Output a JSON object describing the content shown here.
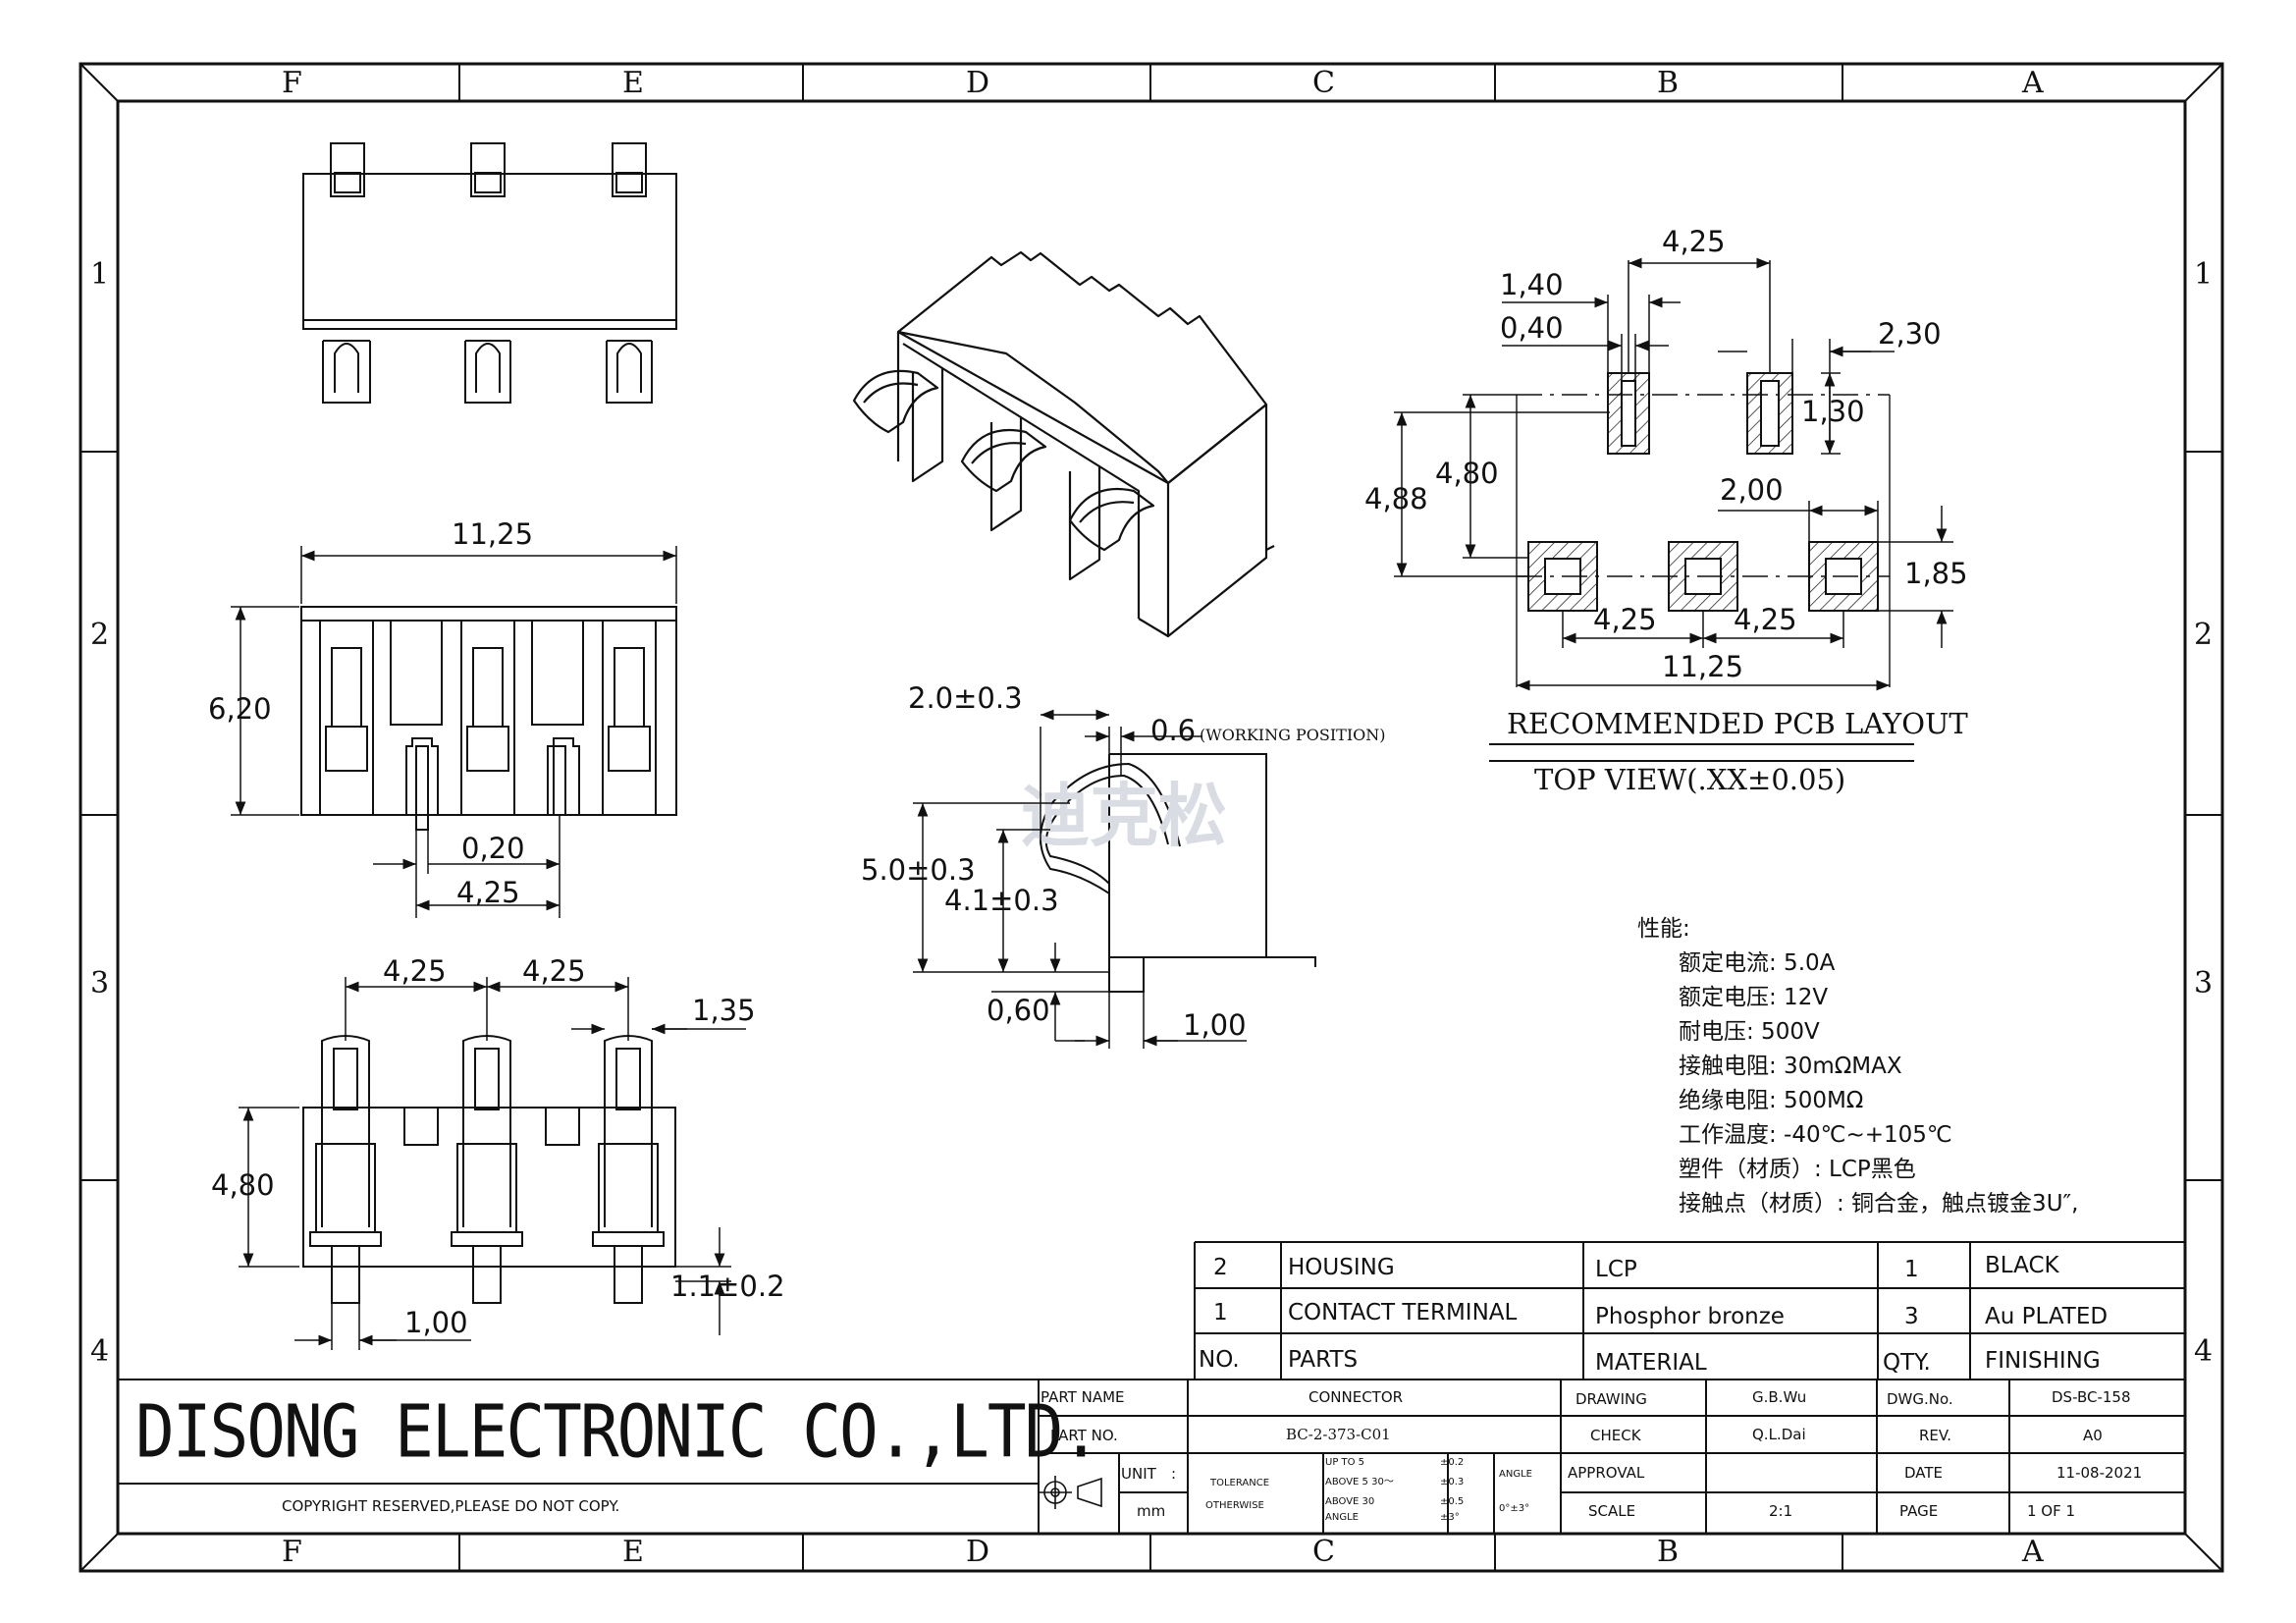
{
  "zones_x": [
    "F",
    "E",
    "D",
    "C",
    "B",
    "A"
  ],
  "zones_y": [
    "1",
    "2",
    "3",
    "4"
  ],
  "dims": {
    "front_width": "11,25",
    "front_height": "6,20",
    "front_pin_w": "0,20",
    "front_pitch": "4,25",
    "bottom_pitch1": "4,25",
    "bottom_pitch2": "4,25",
    "bottom_pad": "1,35",
    "bottom_height": "4,80",
    "bottom_pin": "1,00",
    "bottom_offset": "1.1±0.2",
    "side_contact": "2.0±0.3",
    "side_working": "0.6",
    "side_working_note": "(WORKING POSITION)",
    "side_h1": "5.0±0.3",
    "side_h2": "4.1±0.3",
    "side_b1": "0,60",
    "side_b2": "1,00",
    "pcb_pitch_top": "4,25",
    "pcb_140": "1,40",
    "pcb_040": "0,40",
    "pcb_230": "2,30",
    "pcb_130": "1,30",
    "pcb_488": "4,88",
    "pcb_480": "4,80",
    "pcb_200": "2,00",
    "pcb_185": "1,85",
    "pcb_pitch_b1": "4,25",
    "pcb_pitch_b2": "4,25",
    "pcb_total": "11,25"
  },
  "pcb_caption": {
    "title": "RECOMMENDED PCB LAYOUT",
    "subtitle": "TOP VIEW(.XX±0.05)"
  },
  "watermark": "迪克松",
  "specs": {
    "heading": "性能:",
    "lines": [
      "额定电流: 5.0A",
      "额定电压: 12V",
      "耐电压: 500V",
      "接触电阻: 30mΩMAX",
      "绝缘电阻: 500MΩ",
      "工作温度: -40℃~+105℃",
      "塑件（材质）: LCP黑色",
      "接触点（材质）: 铜合金，触点镀金3U″,"
    ]
  },
  "bom": {
    "rows": [
      {
        "no": "2",
        "part": "HOUSING",
        "material": "LCP",
        "qty": "1",
        "finish": "BLACK"
      },
      {
        "no": "1",
        "part": "CONTACT TERMINAL",
        "material": "Phosphor bronze",
        "qty": "3",
        "finish": "Au PLATED"
      }
    ],
    "header": {
      "no": "NO.",
      "part": "PARTS",
      "material": "MATERIAL",
      "qty": "QTY.",
      "finish": "FINISHING"
    }
  },
  "title_block": {
    "company": "DISONG ELECTRONIC CO.,LTD.",
    "copyright": "COPYRIGHT RESERVED,PLEASE DO NOT COPY.",
    "part_name_label": "PART NAME",
    "part_name": "CONNECTOR",
    "part_no_label": "PART NO.",
    "part_no": "BC-2-373-C01",
    "unit_label": "UNIT",
    "unit_colon": ":",
    "unit": "mm",
    "tolerance_label": "TOLERANCE",
    "otherwise_label": "OTHERWISE",
    "tol_rows": [
      {
        "range": "UP TO 5",
        "value": "±0.2"
      },
      {
        "range": "ABOVE 5  30～",
        "value": "±0.3"
      },
      {
        "range": "ABOVE 30",
        "value": "±0.5"
      },
      {
        "range": "ANGLE",
        "value": "±3°"
      }
    ],
    "angle_label": "ANGLE",
    "angle_value": "0°±3°",
    "drawing_label": "DRAWING",
    "drawing": "G.B.Wu",
    "check_label": "CHECK",
    "check": "Q.L.Dai",
    "approval_label": "APPROVAL",
    "approval": "",
    "scale_label": "SCALE",
    "scale": "2:1",
    "dwg_label": "DWG.No.",
    "dwg": "DS-BC-158",
    "rev_label": "REV.",
    "rev": "A0",
    "date_label": "DATE",
    "date": "11-08-2021",
    "page_label": "PAGE",
    "page": "1 OF 1"
  }
}
